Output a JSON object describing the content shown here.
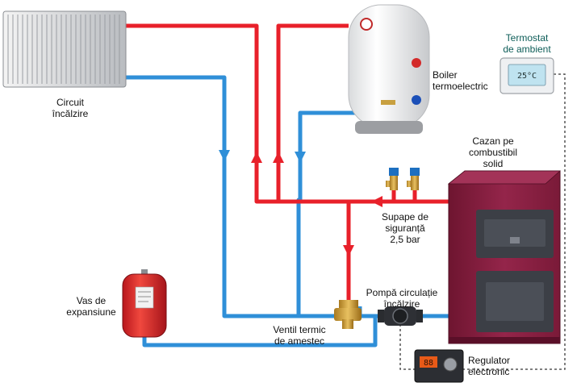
{
  "labels": {
    "heating_circuit": [
      "Circuit",
      "încălzire"
    ],
    "boiler": [
      "Boiler",
      "termoelectric"
    ],
    "thermostat": [
      "Termostat",
      "de ambient"
    ],
    "boiler_solid": [
      "Cazan pe",
      "combustibil",
      "solid"
    ],
    "safety_valves": [
      "Supape de",
      "siguranță",
      "2,5 bar"
    ],
    "expansion_vessel": [
      "Vas de",
      "expansiune"
    ],
    "pump": [
      "Pompă circulație",
      "încălzire"
    ],
    "mixing_valve": [
      "Ventil termic",
      "de amestec"
    ],
    "regulator": [
      "Regulator",
      "electronic"
    ]
  },
  "colors": {
    "hot_pipe": "#e8202a",
    "cold_pipe": "#2f8fd8",
    "boiler_body": "#8d2141",
    "doors": "#3c3f46",
    "signal_wire": "#555555"
  },
  "device_text": {
    "thermostat_display": "25°C",
    "regulator_display": "88"
  }
}
